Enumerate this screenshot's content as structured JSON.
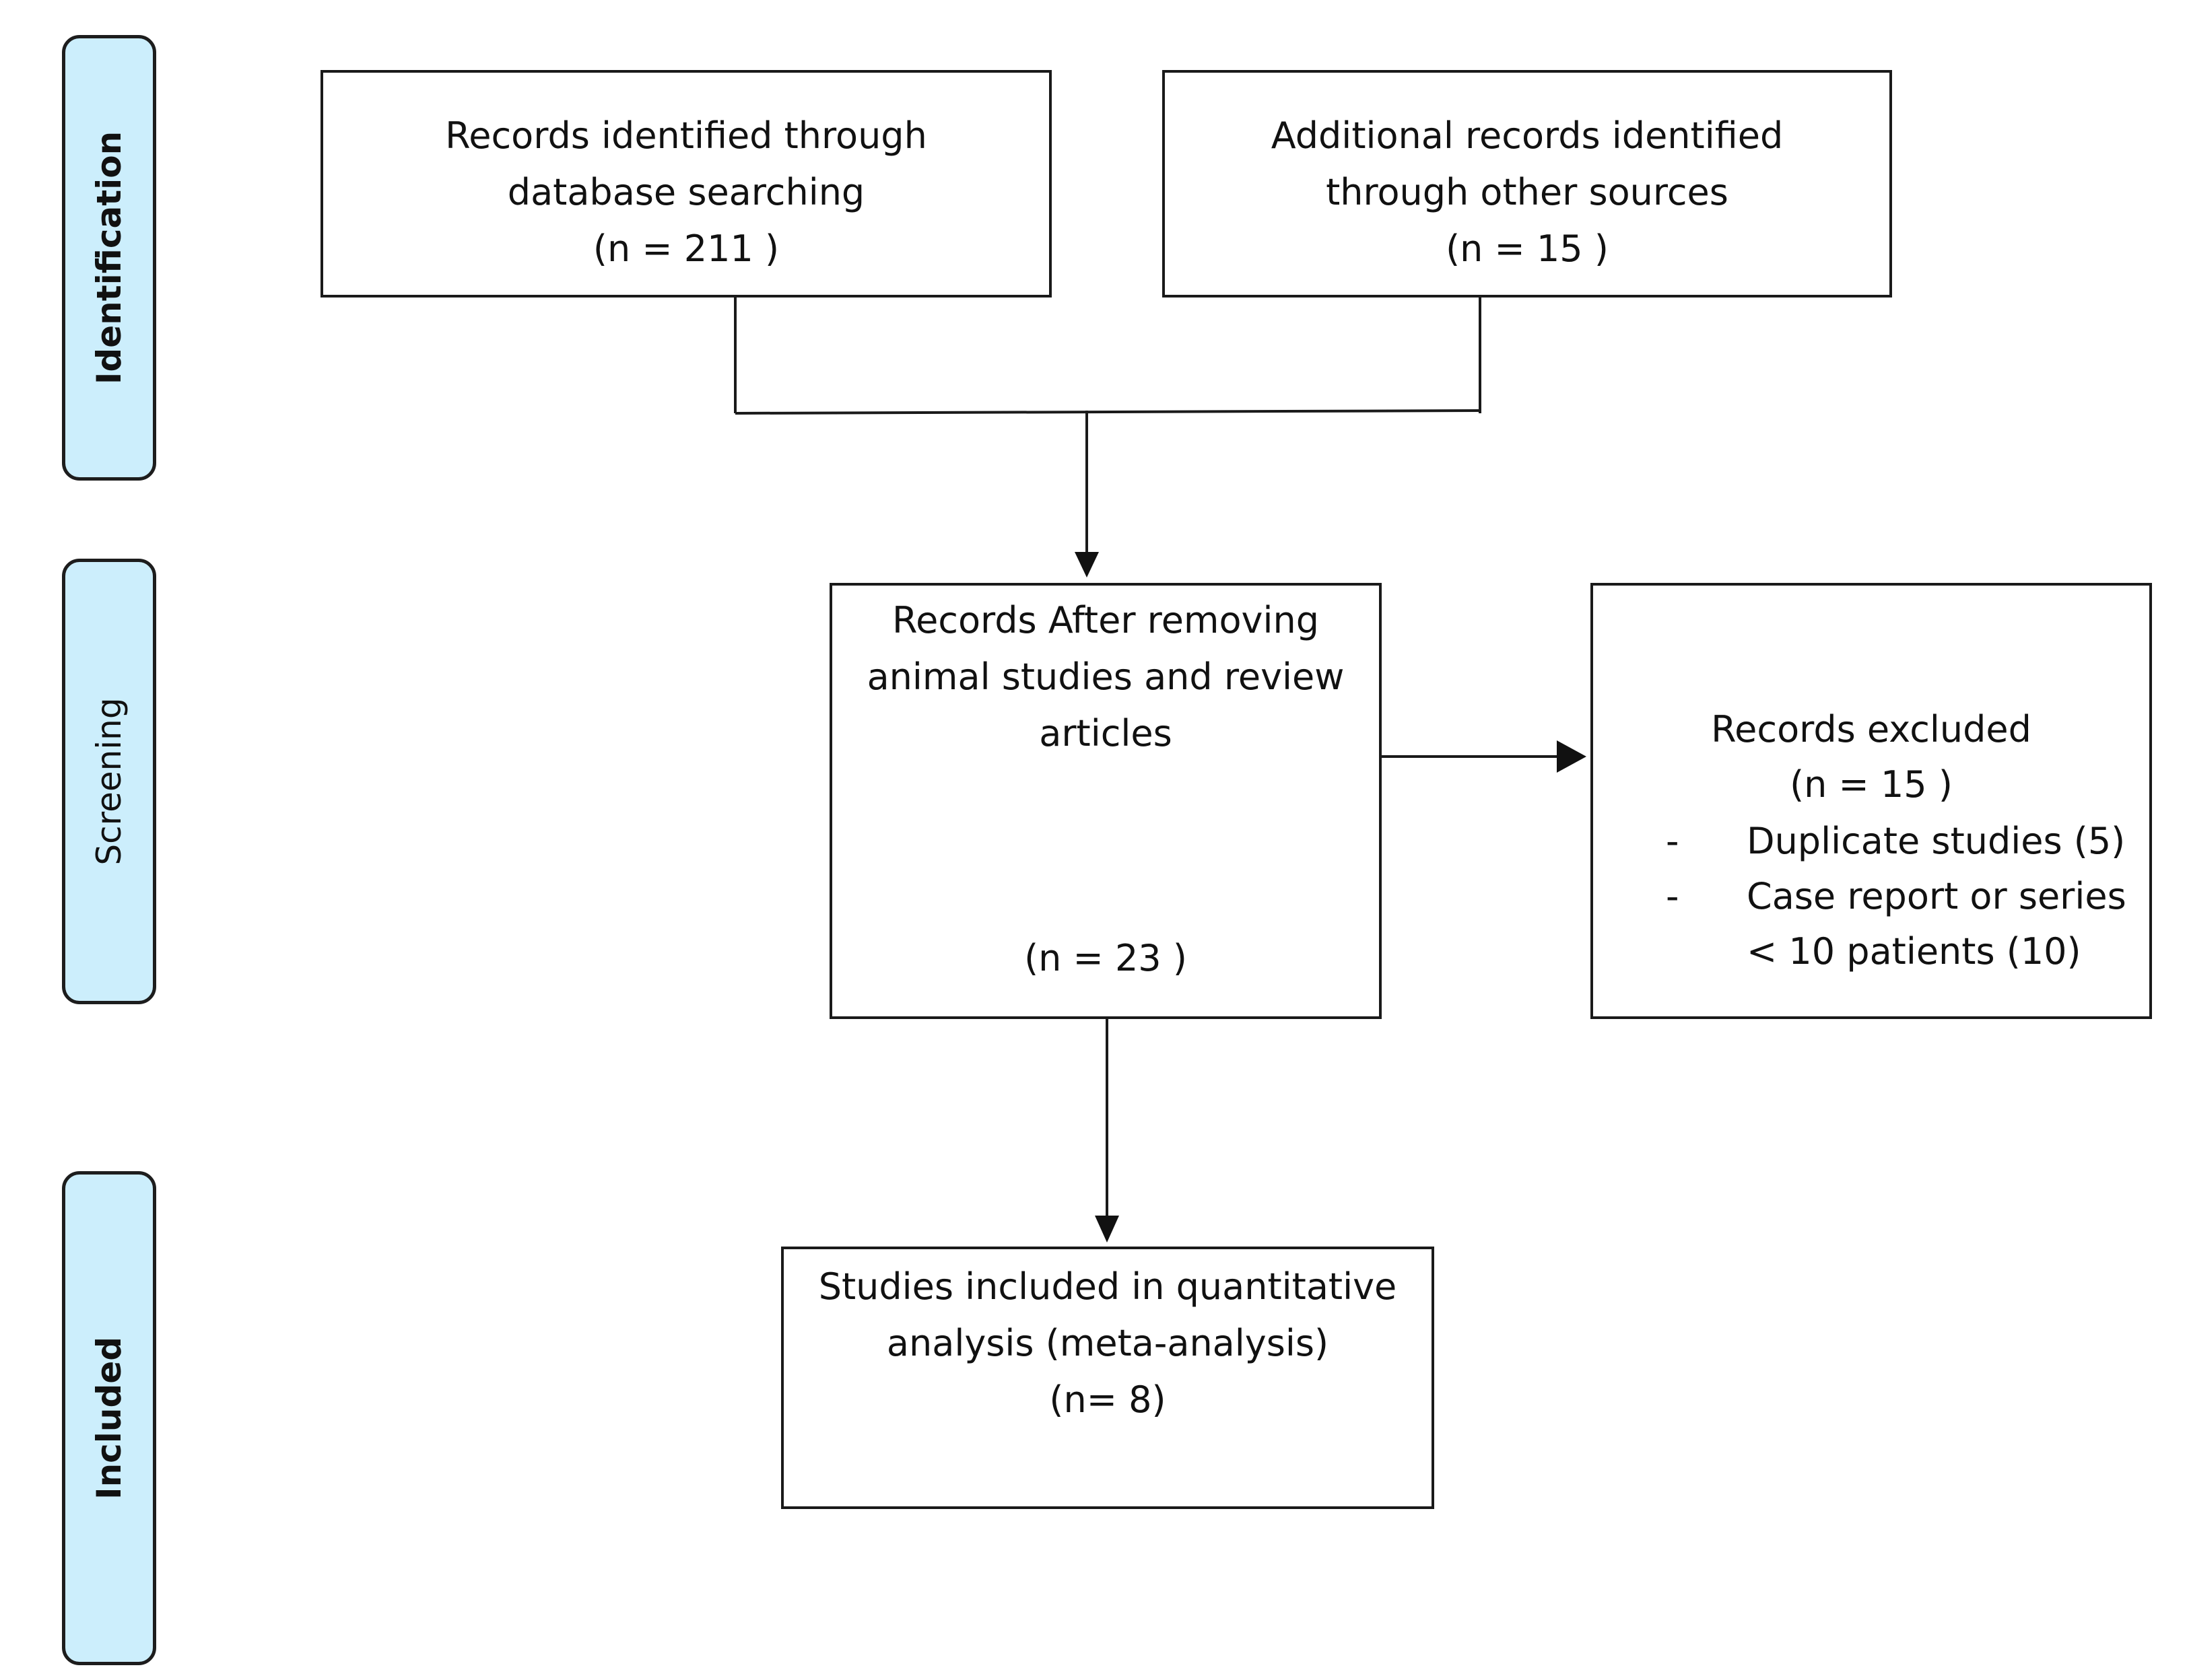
{
  "stages": {
    "identification": "Identification",
    "screening": "Screening",
    "included": "Included"
  },
  "boxes": {
    "database": {
      "line1": "Records identified through",
      "line2": "database searching",
      "count": "(n = 211 )"
    },
    "other_sources": {
      "line1": "Additional records identified",
      "line2": "through other sources",
      "count": "(n = 15 )"
    },
    "screened": {
      "line1": "Records After removing",
      "line2": "animal studies and review",
      "line3": "articles",
      "count": "(n = 23 )"
    },
    "excluded": {
      "title": "Records excluded",
      "count": "(n = 15 )",
      "bullet": "-",
      "item1": "Duplicate studies (5)",
      "item2": "Case report or series",
      "item3": "< 10 patients (10)"
    },
    "included": {
      "line1": "Studies included in quantitative",
      "line2": "analysis (meta-analysis)",
      "count": "(n= 8)"
    }
  },
  "colors": {
    "stage_fill": "#cceefc",
    "stroke": "#1a1a1a"
  }
}
